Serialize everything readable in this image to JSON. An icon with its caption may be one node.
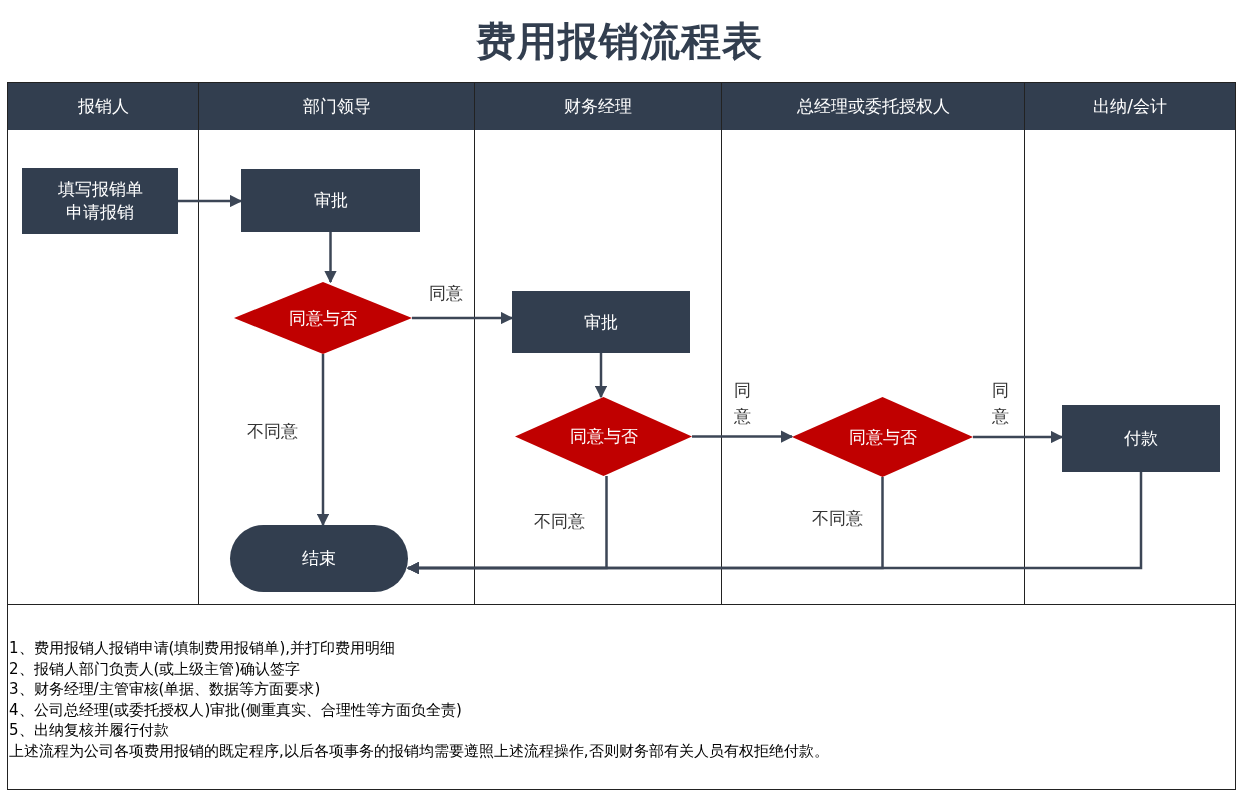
{
  "diagram": {
    "title": "费用报销流程表",
    "nodes": [
      {
        "text": [
          "报销人"
        ]
      },
      {
        "text": [
          "部门领导"
        ]
      },
      {
        "text": [
          "财务经理"
        ]
      },
      {
        "text": [
          "总经理或委托授权人"
        ]
      },
      {
        "text": [
          "出纳/会计"
        ]
      },
      {
        "text": [
          "填写报销单申请报销"
        ],
        "in": 0
      },
      {
        "text": [
          "审批"
        ],
        "in": 1
      },
      {
        "text": [
          "同意与否"
        ],
        "in": 1
      },
      {
        "text": [
          "审批"
        ],
        "in": 2
      },
      {
        "text": [
          "同意与否"
        ],
        "in": 2
      },
      {
        "text": [
          "同意与否"
        ],
        "in": 3
      },
      {
        "text": [
          "付款"
        ],
        "in": 4
      },
      {
        "text": [
          "结束"
        ],
        "in": 1
      }
    ],
    "edges": [
      {
        "from": 5,
        "to": 6,
        "arrow": "to"
      },
      {
        "from": 6,
        "to": 7,
        "arrow": "to"
      },
      {
        "from": 7,
        "to": 8,
        "arrow": "to",
        "label": "同意"
      },
      {
        "from": 7,
        "to": 12,
        "arrow": "to",
        "label": "不同意"
      },
      {
        "from": 8,
        "to": 9,
        "arrow": "to"
      },
      {
        "from": 9,
        "to": 10,
        "arrow": "to",
        "label": "同意"
      },
      {
        "from": 10,
        "to": 11,
        "arrow": "to",
        "label": "同意"
      },
      {
        "from": 9,
        "to": 12,
        "arrow": "to",
        "label": "不同意"
      },
      {
        "from": 10,
        "to": 12,
        "arrow": "to",
        "label": "不同意"
      },
      {
        "from": 11,
        "to": 12,
        "arrow": "to"
      }
    ],
    "labels": [
      "1、费用报销人报销申请(填制费用报销单),并打印费用明细",
      "2、报销人部门负责人(或上级主管)确认签字",
      "3、财务经理/主管审核(单据、数据等方面要求)",
      "4、公司总经理(或委托授权人)审批(侧重真实、合理性等方面负全责)",
      "5、出纳复核并履行付款",
      "上述流程为公司各项费用报销的既定程序,以后各项事务的报销均需要遵照上述流程操作,否则财务部有关人员有权拒绝付款。"
    ]
  }
}
